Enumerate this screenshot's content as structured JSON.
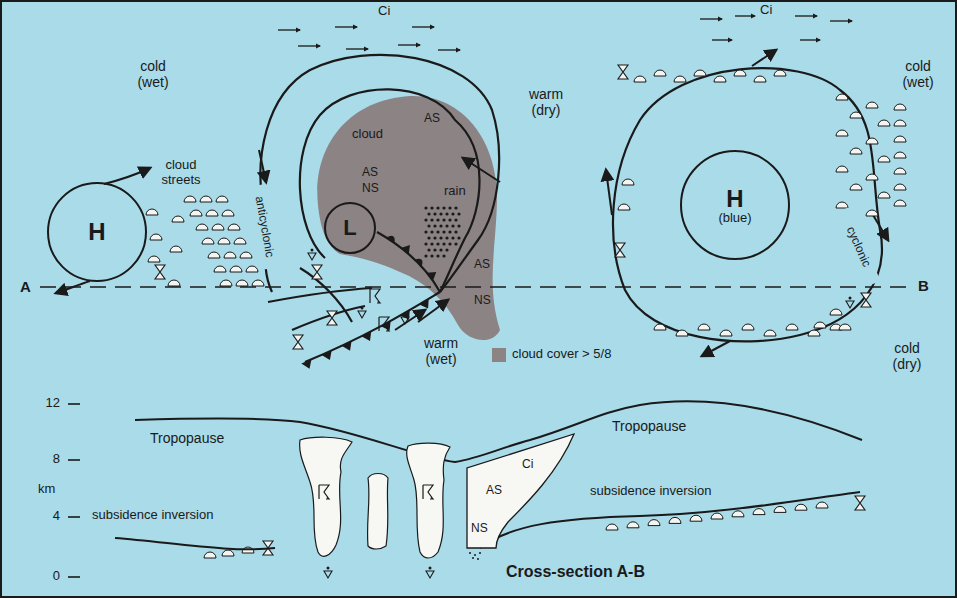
{
  "diagram": {
    "nodes": [
      {
        "text": [
          "H"
        ]
      },
      {
        "text": [
          "L"
        ]
      },
      {
        "text": [
          "H",
          "(blue)"
        ]
      },
      {
        "text": [
          "Ci",
          "AS",
          "NS"
        ]
      }
    ],
    "labels": [
      "cold (wet)",
      "cloud streets",
      "A",
      "anticyclonic",
      "Ci",
      "cloud",
      "AS",
      "AS",
      "NS",
      "rain",
      "AS",
      "NS",
      "warm (dry)",
      "Ci",
      "cold (wet)",
      "cyclonic",
      "B",
      "cold (dry)",
      "warm (wet)",
      "12",
      "8",
      "km",
      "4",
      "0",
      "Tropopause",
      "Tropopause",
      "subsidence inversion",
      "subsidence inversion",
      "Cross-section A-B"
    ],
    "legend": [
      {
        "text": "cloud cover > 5/8",
        "color": "#8c8385"
      }
    ]
  }
}
